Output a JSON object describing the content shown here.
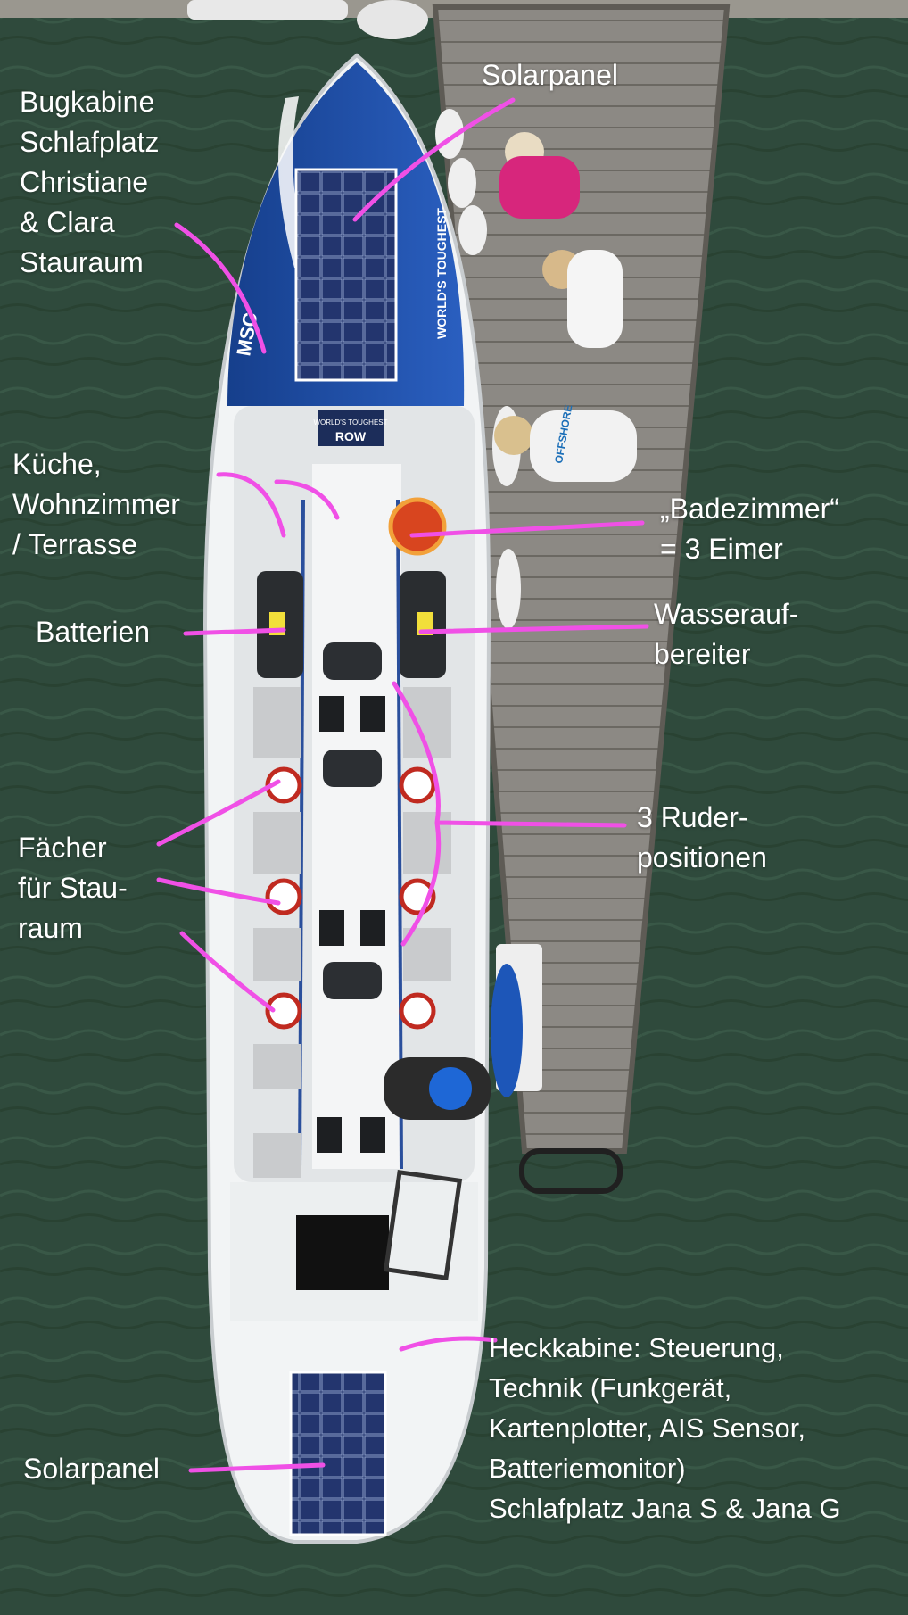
{
  "colors": {
    "water": "#2f4a3c",
    "hull": "#f1f3f4",
    "bow_blue": "#1c4fa3",
    "dock": "#8f8c86",
    "annotation": "#f050e6",
    "solar": "#23356e"
  },
  "annotations": {
    "solarpanel_bow": [
      "Solarpanel"
    ],
    "bugkabine": [
      "Bugkabine",
      "Schlafplatz",
      "Christiane",
      "& Clara",
      "Stauraum"
    ],
    "kueche": [
      "Küche,",
      "Wohnzimmer",
      "/ Terrasse"
    ],
    "badezimmer": [
      "„Badezimmer“",
      "= 3 Eimer"
    ],
    "batterien": [
      "Batterien"
    ],
    "wasseraufbereiter": [
      "Wasserauf-",
      "bereiter"
    ],
    "ruderpositionen": [
      "3 Ruder-",
      "positionen"
    ],
    "faecher": [
      "Fächer",
      "für Stau-",
      "raum"
    ],
    "heckkabine": [
      "Heckkabine: Steuerung,",
      "Technik (Funkgerät,",
      "Kartenplotter, AIS Sensor,",
      "Batteriemonitor)",
      "Schlafplatz Jana S & Jana G"
    ],
    "solarpanel_stern": [
      "Solarpanel"
    ]
  },
  "boat_text": {
    "cabin_sign": [
      "WORLD'S",
      "TOUGHEST",
      "ROW"
    ],
    "bow_lettering": "WORLD'S TOUGHEST",
    "bow_logo": "MSC",
    "shirt_text": "OFFSHORE"
  }
}
